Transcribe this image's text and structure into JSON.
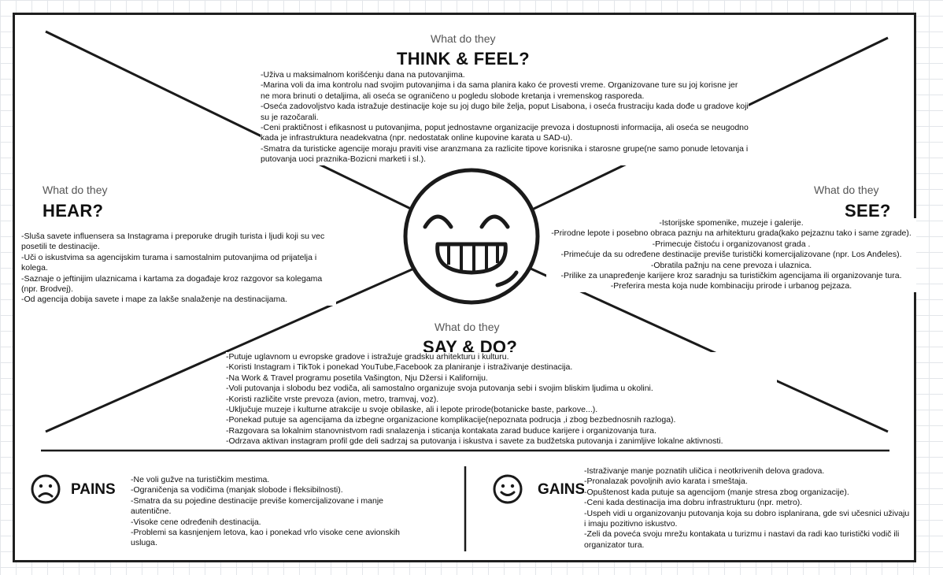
{
  "think_feel": {
    "subtitle": "What do they",
    "title": "THINK & FEEL?",
    "items": [
      "-Uživa u maksimalnom korišćenju dana na putovanjima.",
      "-Marina voli da ima kontrolu nad svojim putovanjima i da sama planira kako će provesti vreme. Organizovane ture su joj korisne jer ne mora brinuti o detaljima, ali oseća se ograničeno u pogledu slobode kretanja i vremenskog rasporeda.",
      "-Oseća zadovoljstvo kada istražuje destinacije koje su joj dugo bile želja, poput Lisabona, i oseća frustraciju kada dođe u gradove koji su je razočarali.",
      "-Ceni praktičnost i efikasnost u putovanjima, poput jednostavne organizacije prevoza i dostupnosti informacija, ali oseća se neugodno kada je infrastruktura neadekvatna (npr. nedostatak online kupovine karata u SAD-u).",
      "-Smatra da turisticke agencije moraju praviti vise aranzmana za razlicite tipove korisnika i starosne grupe(ne samo ponude letovanja i putovanja uoci praznika-Bozicni marketi i sl.)."
    ]
  },
  "hear": {
    "subtitle": "What do they",
    "title": "HEAR?",
    "items": [
      "-Sluša savete influensera sa Instagrama i preporuke drugih turista i ljudi koji su vec posetili te destinacije.",
      "-Uči o iskustvima sa agencijskim turama i samostalnim putovanjima od prijatelja i kolega.",
      "-Saznaje o jeftinijim ulaznicama i kartama za događaje kroz razgovor sa kolegama (npr. Brodvej).",
      "-Od agencija dobija savete i mape za lakše snalaženje na destinacijama."
    ]
  },
  "see": {
    "subtitle": "What do they",
    "title": "SEE?",
    "items": [
      "-Istorijske spomenike, muzeje i galerije.",
      "-Prirodne lepote i posebno obraca paznju na arhitekturu grada(kako pejzaznu tako i same zgrade).",
      "-Primecuje čistoću i organizovanost grada .",
      "-Primećuje da su određene destinacije previše turistički komercijalizovane (npr. Los Anđeles).",
      "-Obratila pažnju na cene prevoza i ulaznica.",
      "-Prilike za unapređenje karijere kroz saradnju sa turističkim agencijama ili organizovanje tura.",
      "-Preferira mesta koja nude kombinaciju prirode i urbanog pejzaza."
    ]
  },
  "say_do": {
    "subtitle": "What do they",
    "title": "SAY & DO?",
    "items": [
      "-Putuje uglavnom u evropske gradove i istražuje gradsku arhitekturu i kulturu.",
      "-Koristi Instagram i TikTok i ponekad YouTube,Facebook za planiranje i istraživanje destinacija.",
      "-Na Work & Travel programu posetila Vašington, Nju Džersi i Kaliforniju.",
      "-Voli putovanja i slobodu bez vodiča, ali samostalno organizuje svoja putovanja sebi i svojim bliskim ljudima u okolini.",
      "-Koristi različite vrste prevoza (avion, metro, tramvaj, voz).",
      "-Uključuje muzeje i kulturne atrakcije u svoje obilaske, ali i lepote prirode(botanicke baste, parkove...).",
      "-Ponekad putuje sa agencijama da izbegne organizacione komplikacije(nepoznata podrucja ,i  zbog bezbednosnih razloga).",
      "-Razgovara sa lokalnim stanovnistvom radi snalazenja i sticanja kontakata zarad buduce karijere i organizovanja tura.",
      "-Odrzava aktivan instagram profil gde deli sadrzaj sa putovanja i iskustva i savete za budžetska putovanja i zanimljive lokalne aktivnosti."
    ]
  },
  "pains": {
    "title": "PAINS",
    "items": [
      "-Ne voli gužve na turističkim mestima.",
      "-Ograničenja sa vodičima (manjak slobode i fleksibilnosti).",
      "-Smatra da su pojedine destinacije previše komercijalizovane i manje autentične.",
      "-Visoke cene određenih destinacija.",
      "-Problemi sa kasnjenjem letova, kao i ponekad vrlo visoke cene avionskih usluga."
    ]
  },
  "gains": {
    "title": "GAINS",
    "items": [
      "-Istraživanje manje poznatih uličica i neotkrivenih delova gradova.",
      "-Pronalazak povoljnih avio karata i smeštaja.",
      "-Opuštenost kada putuje sa agencijom (manje stresa zbog organizacije).",
      "-Ceni kada destinacija ima dobru infrastrukturu (npr. metro).",
      "-Uspeh vidi u organizovanju putovanja koja su dobro isplanirana, gde svi učesnici uživaju i imaju pozitivno iskustvo.",
      "-Zeli da poveća svoju mrežu kontakata u turizmu i nastavi da radi kao turistički vodič ili organizator tura."
    ]
  },
  "icons": {
    "center_face": "smiling-face-icon",
    "pains_face": "sad-face-icon",
    "gains_face": "happy-face-icon"
  },
  "colors": {
    "ink": "#111111",
    "grid": "#e3e6ea",
    "subtitle": "#555555"
  }
}
